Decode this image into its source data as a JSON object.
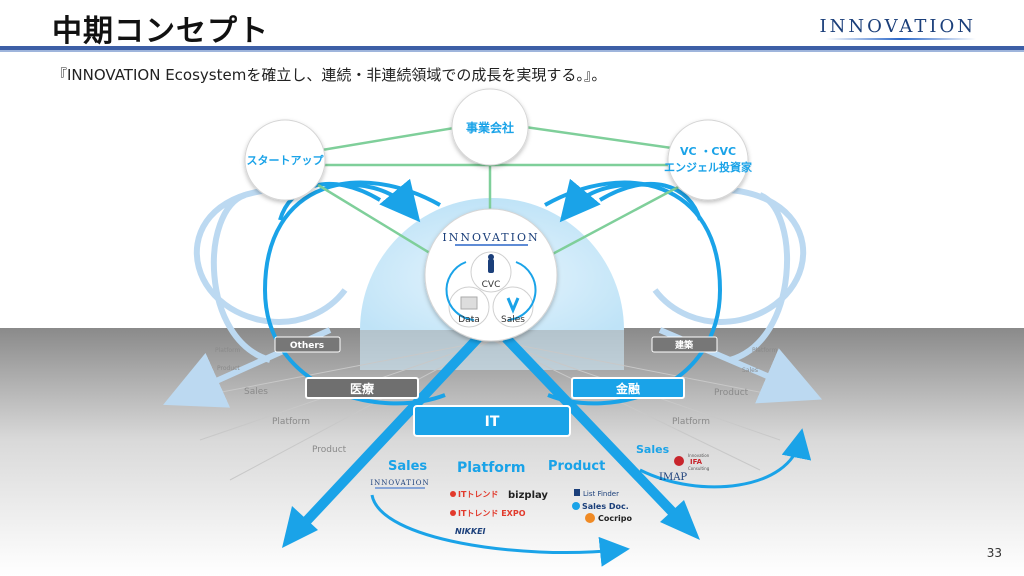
{
  "header": {
    "title": "中期コンセプト",
    "logo": "INNOVATION",
    "subtitle": "『INNOVATION Ecosystemを確立し、連続・非連続領域での成長を実現する。』。",
    "page_number": "33"
  },
  "nodes": {
    "top": "事業会社",
    "left": "スタートアップ",
    "right_line1": "VC ・CVC",
    "right_line2": "エンジェル投資家",
    "center_logo": "INNOVATION",
    "cvc": "CVC",
    "data": "Data",
    "sales": "Sales"
  },
  "domains": {
    "others": "Others",
    "kenchiku": "建築",
    "iryo": "医療",
    "kinyu": "金融",
    "it": "IT"
  },
  "ghost_labels": {
    "left_sales": "Sales",
    "left_platform": "Platform",
    "left_product": "Product",
    "left_small_platform": "Platform",
    "left_small_product": "Product",
    "right_product": "Product",
    "right_platform": "Platform",
    "right_small_platform": "Platform",
    "right_small_sales": "Sales"
  },
  "it_columns": {
    "sales": "Sales",
    "platform": "Platform",
    "product": "Product",
    "right_sales": "Sales"
  },
  "brands": {
    "innovation": "INNOVATION",
    "itrend": "ITトレンド",
    "bizplay": "bizplay",
    "itrend_expo": "ITトレンド EXPO",
    "nikkei": "NIKKEI",
    "listfinder": "List Finder",
    "salesdoc": "Sales Doc.",
    "cocripo": "Cocripo",
    "ifa_line1": "Innovation",
    "ifa_line2": "IFA",
    "ifa_line3": "Consulting",
    "imap": "IMAP"
  },
  "colors": {
    "accent_blue": "#1aa3e8",
    "dark_blue": "#1b3f7a",
    "green_line": "#7fcf9a",
    "gray_label": "#6f6f6f"
  }
}
